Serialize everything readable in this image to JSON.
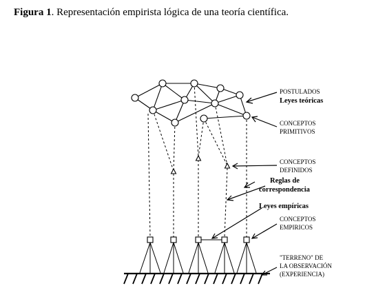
{
  "caption": {
    "prefix": "Figura 1",
    "text": ". Representación empirista lógica de una teoría científica."
  },
  "labels": {
    "postulados": "POSTULADOS",
    "leyes_teoricas": "Leyes teóricas",
    "conceptos_primitivos_1": "CONCEPTOS",
    "conceptos_primitivos_2": "PRIMITIVOS",
    "conceptos_definidos_1": "CONCEPTOS",
    "conceptos_definidos_2": "DEFINIDOS",
    "reglas_1": "Reglas de",
    "reglas_2": "correspondencia",
    "leyes_empiricas": "Leyes empíricas",
    "conceptos_empiricos_1": "CONCEPTOS",
    "conceptos_empiricos_2": "EMPIRICOS",
    "terreno_1": "\"TERRENO\" DE",
    "terreno_2": "LA OBSERVACIÓN",
    "terreno_3": "(EXPERIENCIA)"
  }
}
